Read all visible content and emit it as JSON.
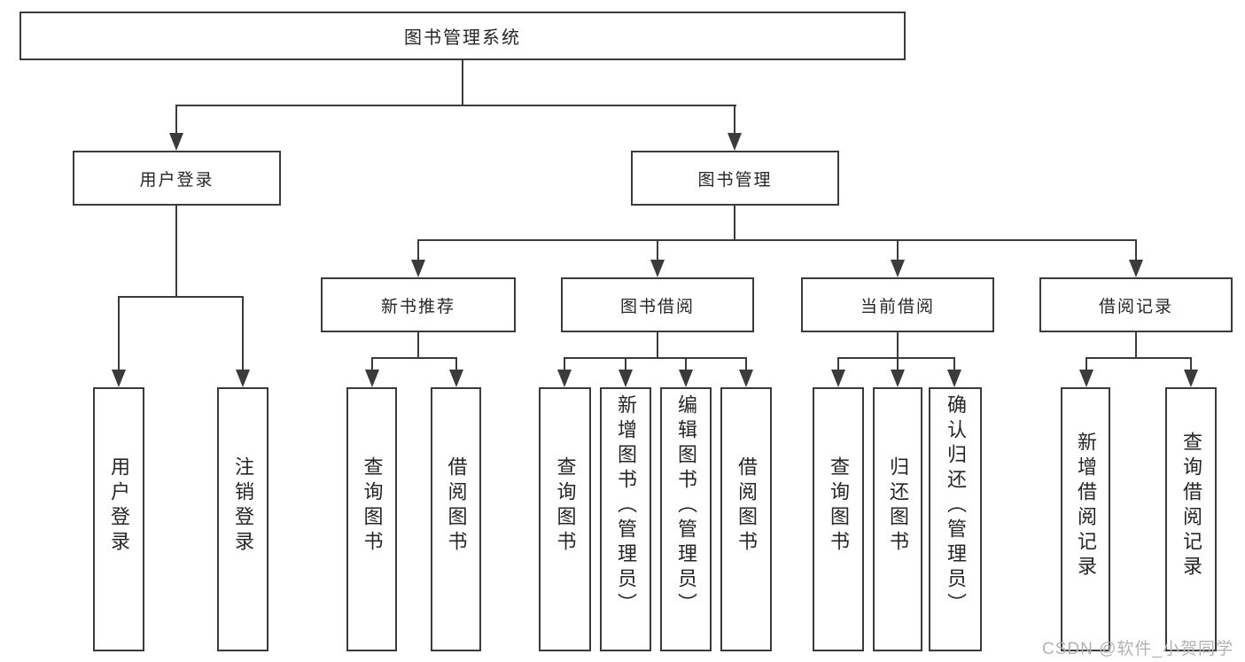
{
  "colors": {
    "line": "#3b3b3b",
    "text": "#262626",
    "watermark": "#b2b2b2",
    "background": "#ffffff"
  },
  "root": {
    "label": "图书管理系统"
  },
  "user_login": {
    "label": "用户登录",
    "children": [
      "用户登录",
      "注销登录"
    ]
  },
  "book_mgmt": {
    "label": "图书管理"
  },
  "new_books": {
    "label": "新书推荐",
    "children": [
      "查询图书",
      "借阅图书"
    ]
  },
  "borrow": {
    "label": "图书借阅",
    "children": [
      "查询图书",
      "新增图书（管理员）",
      "编辑图书（管理员）",
      "借阅图书"
    ]
  },
  "current": {
    "label": "当前借阅",
    "children": [
      "查询图书",
      "归还图书",
      "确认归还（管理员）"
    ]
  },
  "records": {
    "label": "借阅记录",
    "children": [
      "新增借阅记录",
      "查询借阅记录"
    ]
  },
  "watermark": "CSDN @软件_小贺同学"
}
